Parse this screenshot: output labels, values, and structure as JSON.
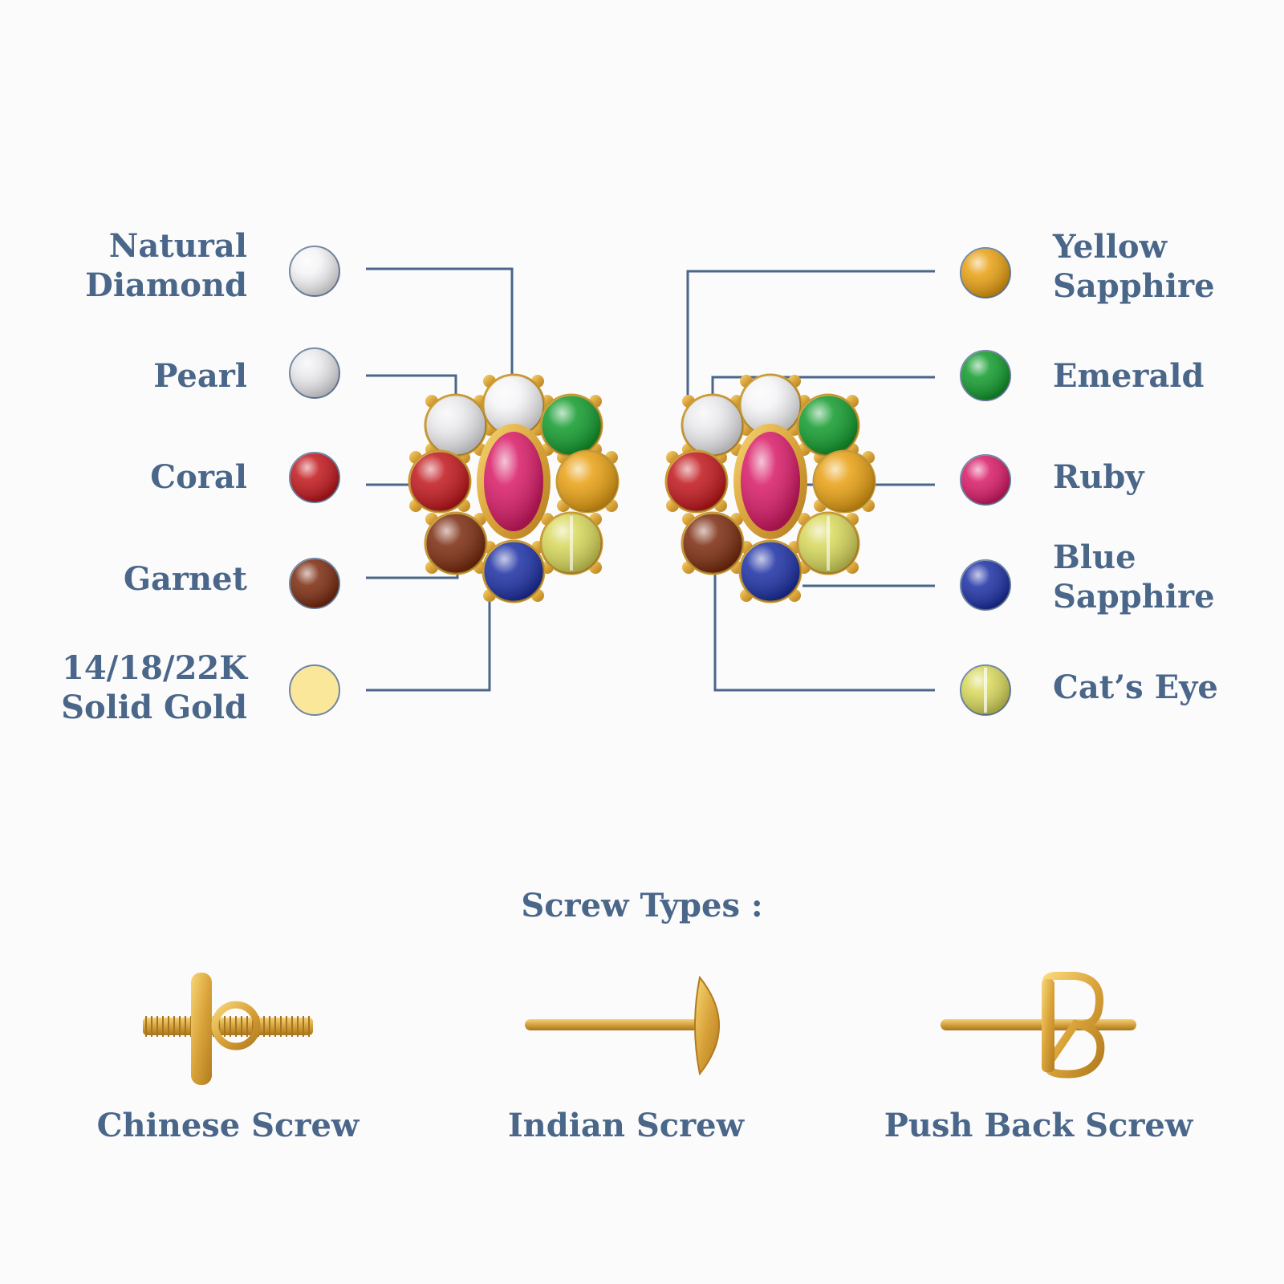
{
  "left_gems": [
    {
      "id": "natural-diamond",
      "lines": [
        "Natural",
        "Diamond"
      ],
      "color": "#f4f4f6"
    },
    {
      "id": "pearl",
      "lines": [
        "Pearl"
      ],
      "color": "#e9e9ec"
    },
    {
      "id": "coral",
      "lines": [
        "Coral"
      ],
      "color": "#c0161b"
    },
    {
      "id": "garnet",
      "lines": [
        "Garnet"
      ],
      "color": "#7a2a0e"
    },
    {
      "id": "solid-gold",
      "lines": [
        "14/18/22K",
        "Solid Gold"
      ],
      "color": "#fbe79a"
    }
  ],
  "right_gems": [
    {
      "id": "yellow-sapphire",
      "lines": [
        "Yellow",
        "Sapphire"
      ],
      "color": "#e8a012"
    },
    {
      "id": "emerald",
      "lines": [
        "Emerald"
      ],
      "color": "#119a2c"
    },
    {
      "id": "ruby",
      "lines": [
        "Ruby"
      ],
      "color": "#d81a66"
    },
    {
      "id": "blue-sapphire",
      "lines": [
        "Blue",
        "Sapphire"
      ],
      "color": "#1c2fa3"
    },
    {
      "id": "cats-eye",
      "lines": [
        "Cat’s Eye"
      ],
      "color": "#d7d75a"
    }
  ],
  "screw_section": {
    "heading": "Screw Types :",
    "types": [
      {
        "id": "chinese-screw",
        "label": "Chinese Screw"
      },
      {
        "id": "indian-screw",
        "label": "Indian Screw"
      },
      {
        "id": "push-back-screw",
        "label": "Push Back Screw"
      }
    ]
  },
  "colors": {
    "text": "#4a6689",
    "line": "#4a6689",
    "gold": "#e2b44a",
    "background": "#fbfbfc"
  }
}
